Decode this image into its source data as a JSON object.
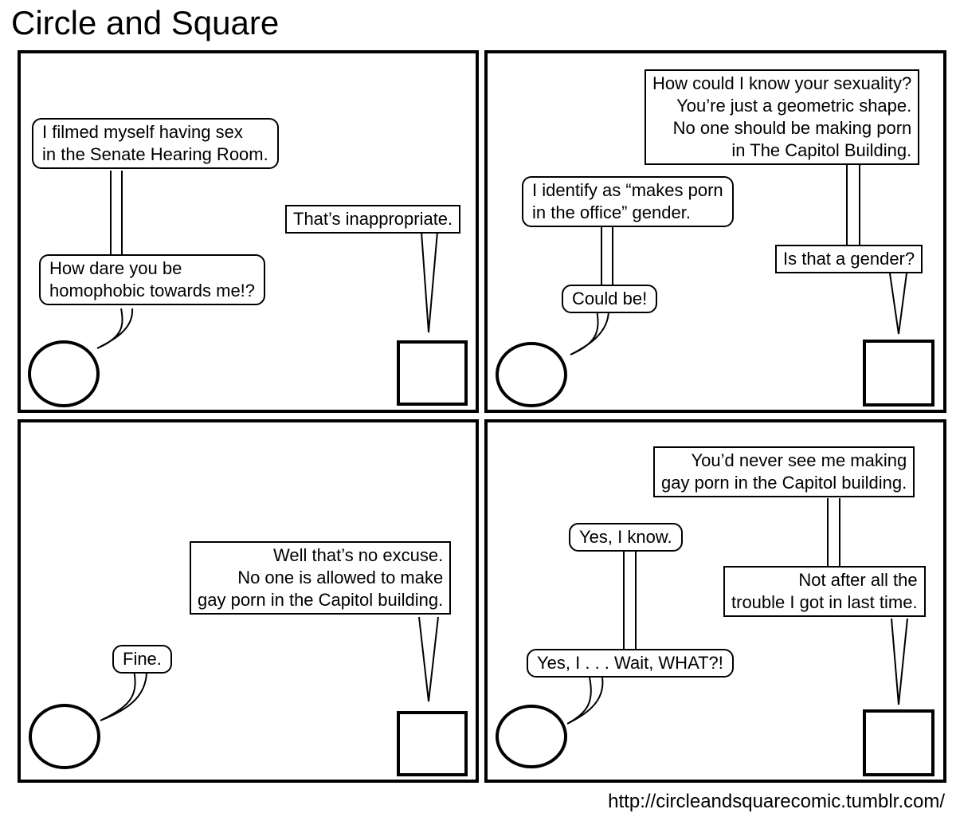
{
  "title": "Circle and Square",
  "credit": "http://circleandsquarecomic.tumblr.com/",
  "panels": [
    {
      "circle_l1": "I filmed myself having sex",
      "circle_l2": "in the Senate Hearing Room.",
      "square_l1": "That’s inappropriate.",
      "circle2_l1": "How dare you be",
      "circle2_l2": "homophobic towards me!?"
    },
    {
      "square_l1": "How could I know your sexuality?",
      "square_l2": "You’re just a geometric shape.",
      "square_l3": "No one should be making porn",
      "square_l4": "in The Capitol Building.",
      "circle_l1": "I identify as “makes porn",
      "circle_l2": "in the office” gender.",
      "square2_l1": "Is that a gender?",
      "circle2_l1": "Could be!"
    },
    {
      "square_l1": "Well that’s no excuse.",
      "square_l2": "No one is allowed to make",
      "square_l3": "gay porn in the Capitol building.",
      "circle_l1": "Fine."
    },
    {
      "square_l1": "You’d never see me making",
      "square_l2": "gay porn in the Capitol building.",
      "circle_l1": "Yes, I know.",
      "square2_l1": "Not after all the",
      "square2_l2": "trouble I got in last time.",
      "circle2_l1": "Yes, I . . . Wait, WHAT?!"
    }
  ]
}
